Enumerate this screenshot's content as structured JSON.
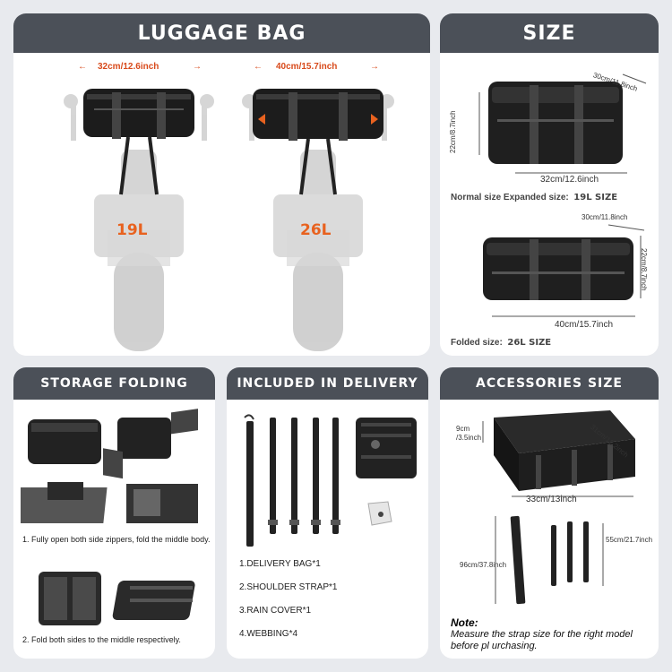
{
  "luggage": {
    "title": "LUGGAGE BAG",
    "bag_left_dim": "32cm/12.6inch",
    "bag_right_dim": "40cm/15.7inch",
    "plate_left": "19L",
    "plate_right": "26L"
  },
  "size": {
    "title": "SIZE",
    "normal_width": "32cm/12.6inch",
    "normal_height": "22cm/8.7inch",
    "normal_depth": "30cm/11.8inch",
    "caption1": "Normal size Expanded size:",
    "caption1_value": "19L SIZE",
    "folded_width": "40cm/15.7inch",
    "folded_height": "22cm/8.7inch",
    "folded_depth": "30cm/11.8inch",
    "caption2": "Folded size:",
    "caption2_value": "26L SIZE"
  },
  "storage": {
    "title": "STORAGE FOLDING",
    "step1": "1. Fully open both side zippers, fold the middle body.",
    "step2": "2. Fold both sides to the middle respectively."
  },
  "delivery": {
    "title": "INCLUDED IN DELIVERY",
    "items": [
      "1.DELIVERY BAG*1",
      "2.SHOULDER STRAP*1",
      "3.RAIN COVER*1",
      "4.WEBBING*4"
    ]
  },
  "accessories": {
    "title": "ACCESSORIES SIZE",
    "height": "9cm\n/3.5inch",
    "height_a": "9cm",
    "height_b": "/3.5inch",
    "depth": "31cm/12.2inch",
    "width": "33cm/13inch",
    "strap_long": "96cm/37.8inch",
    "strap_short": "55cm/21.7inch",
    "note_title": "Note:",
    "note_body": "Measure the strap size for the right model before pl urchasing."
  },
  "colors": {
    "header": "#4b5058",
    "accent": "#e8621f",
    "background": "#e8eaee"
  }
}
